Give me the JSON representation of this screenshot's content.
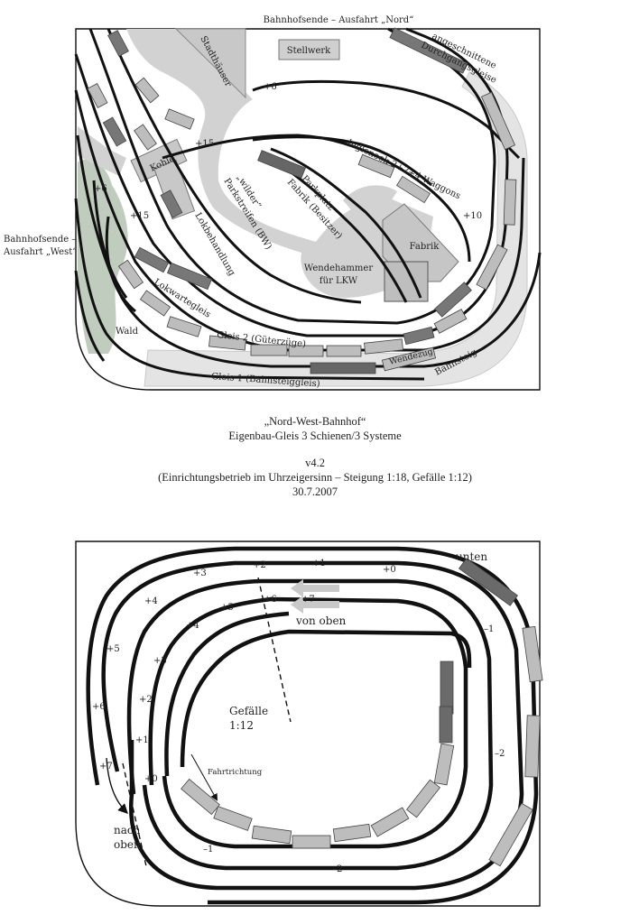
{
  "top_plan": {
    "edge_north": "Bahnhofsende – Ausfahrt „Nord“",
    "edge_west_1": "Bahnhofsende –",
    "edge_west_2": "Ausfahrt „West“",
    "stellwerk": "Stellwerk",
    "stadthaeuser": "Stadthäuser",
    "angeschnitten_1": "angeschnittene",
    "angeschnitten_2": "Durchgangsgleise",
    "kohle": "Kohle",
    "inglenook": "Inglenook 2+2+4 Waggons",
    "parkplatz_1": "Parkplatz",
    "parkplatz_2": "Fabrik (Besitzer)",
    "parkstreifen_1": "„wilder“",
    "parkstreifen_2": "Parkstreifen (BW)",
    "lokbehandlung": "Lokbehandlung",
    "fabrik": "Fabrik",
    "wendehammer_1": "Wendehammer",
    "wendehammer_2": "für LKW",
    "lokwarte": "Lokwartegleis",
    "wald": "Wald",
    "gleis2": "Gleis  2 (Güterzüge)",
    "gleis1": "Gleis 1 (Bahnsteiggleis)",
    "wendezug": "Wendezug",
    "bahnsteig": "Bahnsteig",
    "h6a": "+6",
    "h15a": "+15",
    "h6b": "+6",
    "h15b": "+15",
    "h10": "+10"
  },
  "caption": {
    "title": "„Nord-West-Bahnhof“",
    "subtitle": "Eigenbau-Gleis 3 Schienen/3 Systeme",
    "version": "v4.2",
    "note": "(Einrichtungsbetrieb im Uhrzeigersinn – Steigung 1:18, Gefälle 1:12)",
    "date": "30.7.2007"
  },
  "bottom_plan": {
    "unten": "unten",
    "von_oben": "von oben",
    "gefaelle_1": "Gefälle",
    "gefaelle_2": "1:12",
    "fahrtrichtung": "Fahrtrichtung",
    "nach_1": "nach",
    "nach_2": "oben",
    "levels": {
      "p3": "+3",
      "p2": "+2",
      "p1": "+1",
      "p0": "+0",
      "p4a": "+4",
      "p6a": "+6",
      "p7a": "+7",
      "p5a": "+5",
      "p4b": "+4",
      "p3b": "+3",
      "p5b": "+5",
      "p6b": "+6",
      "p7b": "+7",
      "p2b": "+2",
      "p1b": "+1",
      "p0b": "+0",
      "m1a": "–1",
      "m2a": "–2",
      "m1b": "–1",
      "m2b": "–2"
    }
  },
  "colors": {
    "track": "#111111",
    "platform": "#e2e2e2",
    "road": "#cfcfcf",
    "building": "#c8c8c8",
    "wagon_light": "#bdbdbd",
    "wagon_dark": "#6a6a6a",
    "forest": "#b9c6b6"
  }
}
